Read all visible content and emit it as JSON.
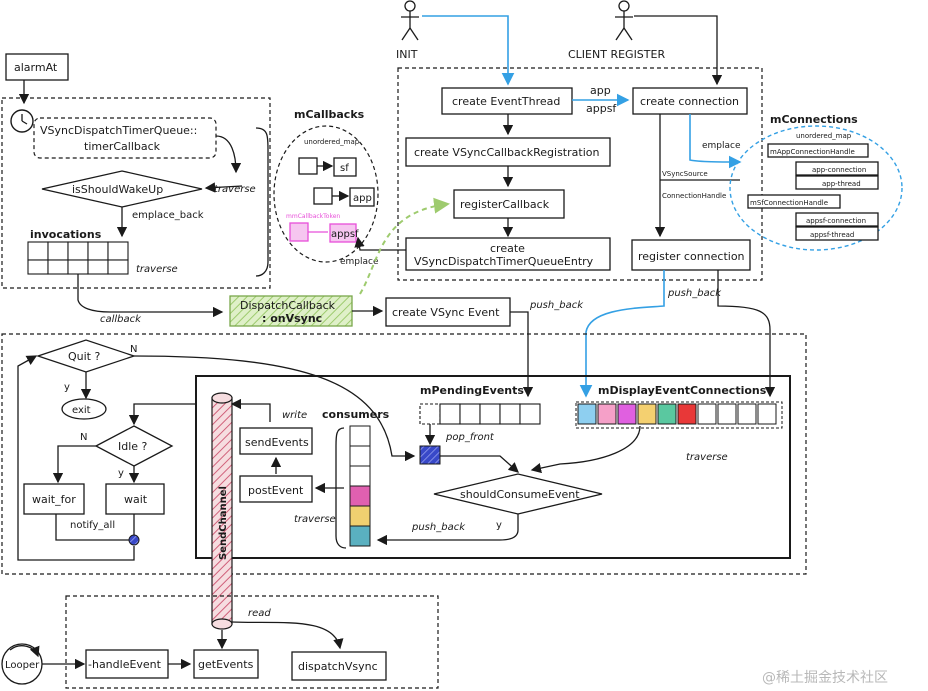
{
  "labels": {
    "init": "INIT",
    "client_register": "CLIENT REGISTER",
    "alarm_at": "alarmAt",
    "timer_callback_1": "VSyncDispatchTimerQueue::",
    "timer_callback_2": "timerCallback",
    "is_should_wake_up": "isShouldWakeUp",
    "traverse": "traverse",
    "emplace_back": "emplace_back",
    "invocations": "invocations",
    "callback": "callback",
    "m_callbacks": "mCallbacks",
    "unordered_map": "unordered_map",
    "sf": "sf",
    "app": "app",
    "appsf": "appsf",
    "callback_token": "mmCallbackToken",
    "emplace": "emplace",
    "create_event_thread": "create EventThread",
    "create_connection": "create connection",
    "app_label": "app",
    "appsf_label": "appsf",
    "create_registration": "create VSyncCallbackRegistration",
    "register_callback": "registerCallback",
    "create_entry_1": "create",
    "create_entry_2": "VSyncDispatchTimerQueueEntry",
    "vsync_source": "VSyncSource",
    "connection_handle": "ConnectionHandle",
    "register_connection": "register connection",
    "m_connections": "mConnections",
    "unordered_map_small": "unordered_map",
    "m_app_connection_handle": "mAppConnectionHandle",
    "app_connection": "app-connection",
    "app_thread": "app-thread",
    "m_sf_connection_handle": "mSfConnectionHandle",
    "appsf_connection": "appsf-connection",
    "appsf_thread": "appsf-thread",
    "dispatch_callback_1": "DispatchCallback",
    "dispatch_callback_2": ": onVsync",
    "create_vsync_event": "create VSync Event",
    "push_back": "push_back",
    "quit": "Quit ?",
    "n": "N",
    "y": "y",
    "exit": "exit",
    "idle": "Idle ?",
    "wait_for": "wait_for",
    "wait": "wait",
    "notify_all": "notify_all",
    "send_channel": "SendChannel",
    "write": "write",
    "send_events": "sendEvents",
    "post_event": "postEvent",
    "consumers": "consumers",
    "m_pending_events": "mPendingEvents",
    "pop_front": "pop_front",
    "m_display_event_connections": "mDisplayEventConnections",
    "should_consume_event": "shouldConsumeEvent",
    "read": "read",
    "looper": "Looper",
    "handle_event": "-handleEvent",
    "get_events": "getEvents",
    "dispatch_vsync": "dispatchVsync",
    "watermark": "@稀土掘金技术社区"
  },
  "colors": {
    "blue_arrow": "#34a0e4",
    "green_arrow": "#9ecb6e",
    "dispatch_fill": "#c8e6a0",
    "pink": "#e84fd9",
    "send_channel": "#e8a6ae"
  },
  "icons": {
    "clock": "clock-icon",
    "actor": "stick-figure-icon"
  },
  "display_connection_cells": [
    "#8ecff0",
    "#f5a0c8",
    "#e060e0",
    "#f4d070",
    "#5ac8a0",
    "#e83838",
    "#ffffff",
    "#ffffff",
    "#ffffff",
    "#ffffff"
  ],
  "consumer_cells": [
    "#ffffff",
    "#ffffff",
    "#ffffff",
    "#e060b0",
    "#f0d070",
    "#5ab0c0"
  ]
}
